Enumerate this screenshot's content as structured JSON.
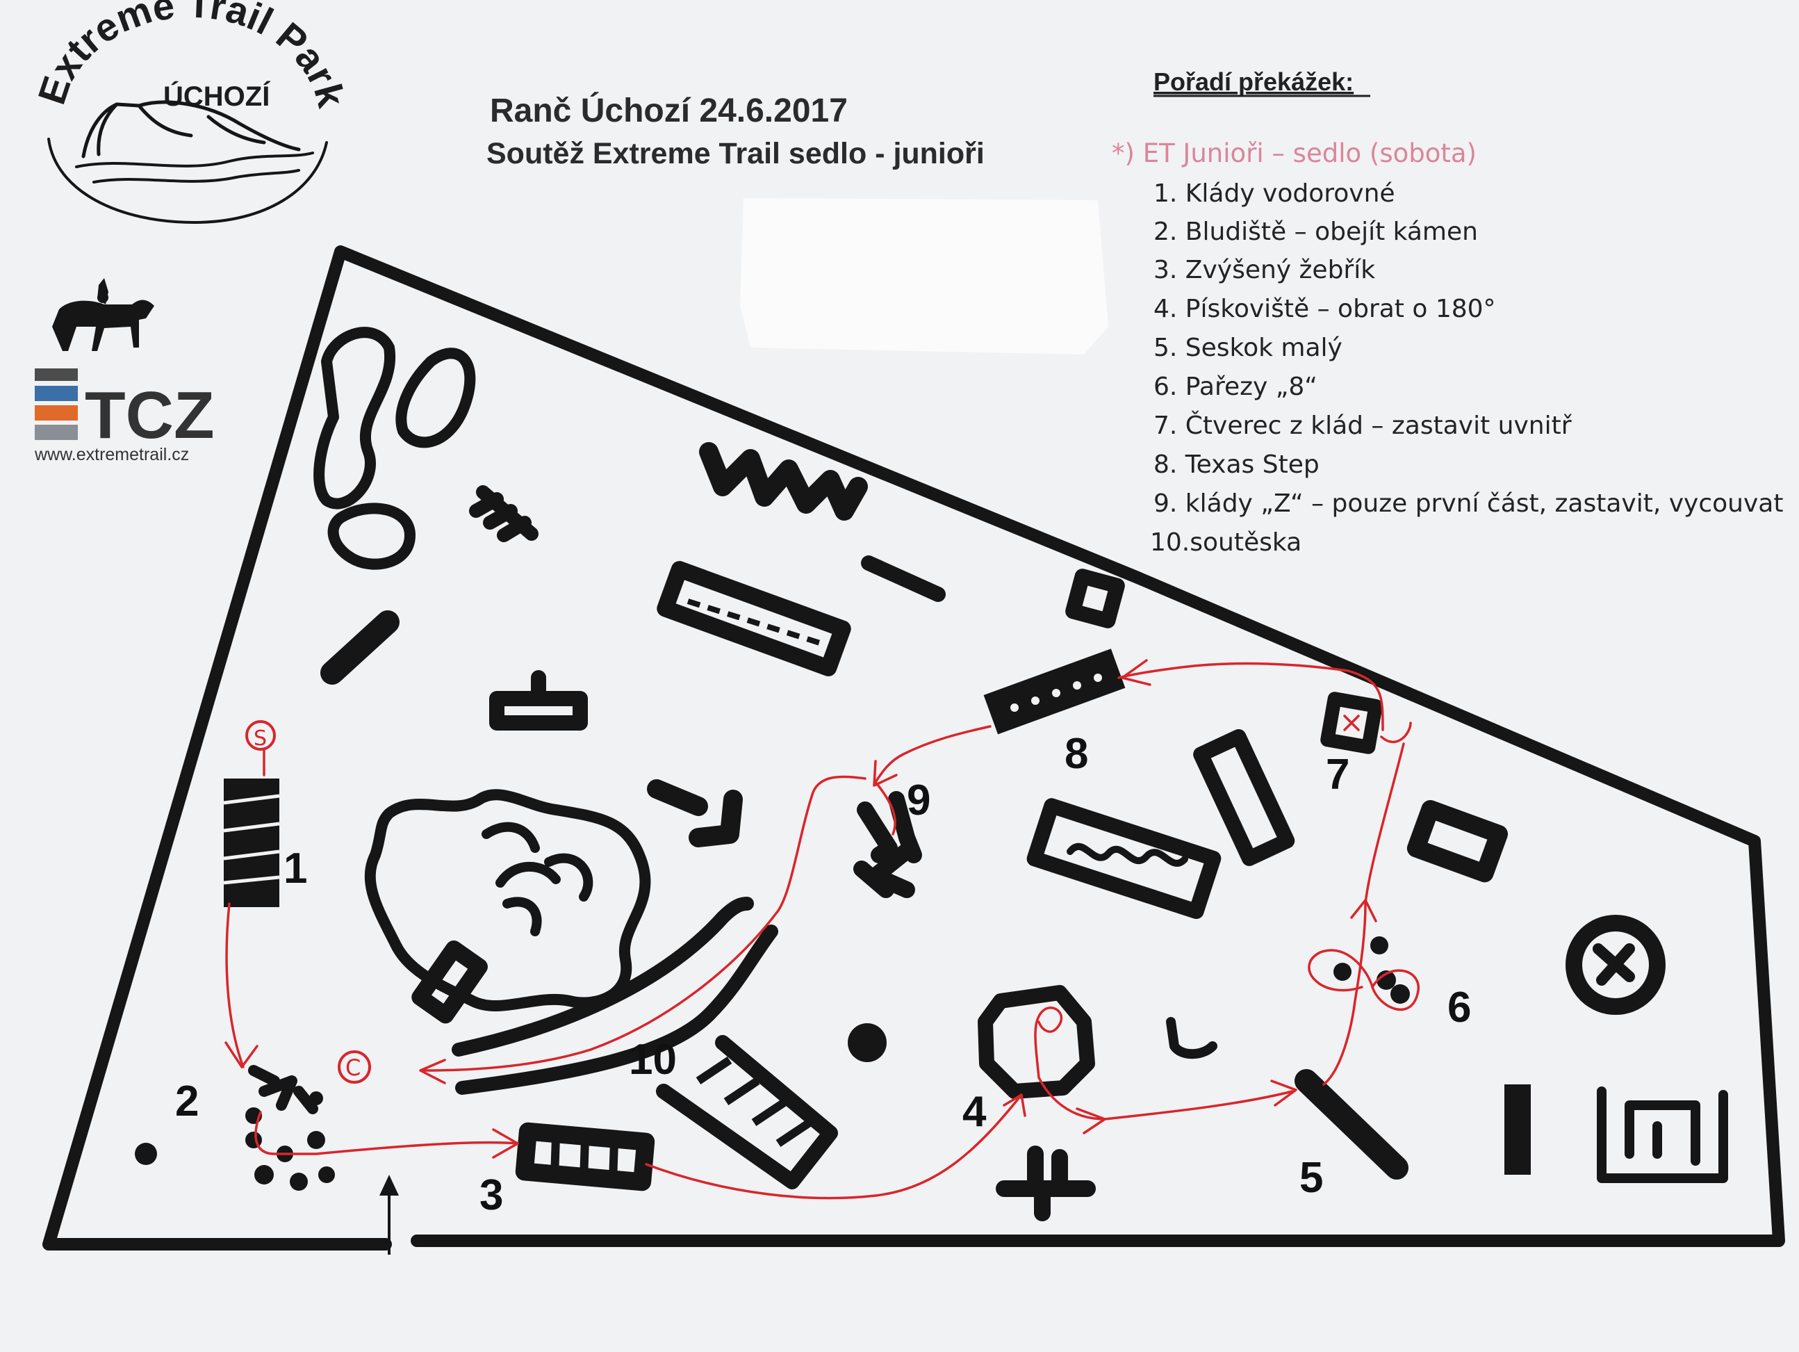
{
  "logo": {
    "arc_text": "Extreme Trail Park",
    "sub_text": "ÚCHOZÍ"
  },
  "etcz": {
    "brand": "TCZ",
    "url": "www.extremetrail.cz"
  },
  "header": {
    "line1": "Ranč Úchozí  24.6.2017",
    "line2": "Soutěž Extreme Trail sedlo - junioři"
  },
  "order": {
    "heading": "Pořadí překážek:",
    "category": "*) ET Junioři – sedlo (sobota)",
    "items": [
      "1.  Klády vodorovné",
      "2.  Bludiště – obejít kámen",
      "3.  Zvýšený žebřík",
      "4.  Pískoviště – obrat o 180°",
      "5.  Seskok malý",
      "6.  Pařezy „8“",
      "7.  Čtverec z klád – zastavit uvnitř",
      "8.  Texas Step",
      "9.  klády „Z“ – pouze první část, zastavit, vycouvat",
      "10.soutěska"
    ]
  },
  "map": {
    "start_label": "S",
    "finish_label": "C",
    "obstacle_numbers": [
      "1",
      "2",
      "3",
      "4",
      "5",
      "6",
      "7",
      "8",
      "9",
      "10"
    ]
  },
  "colors": {
    "ink": "#161616",
    "route": "#d8262b",
    "category_pink": "#d9869a",
    "logo_blue": "#3a6fa8",
    "logo_orange": "#e06a2a"
  }
}
